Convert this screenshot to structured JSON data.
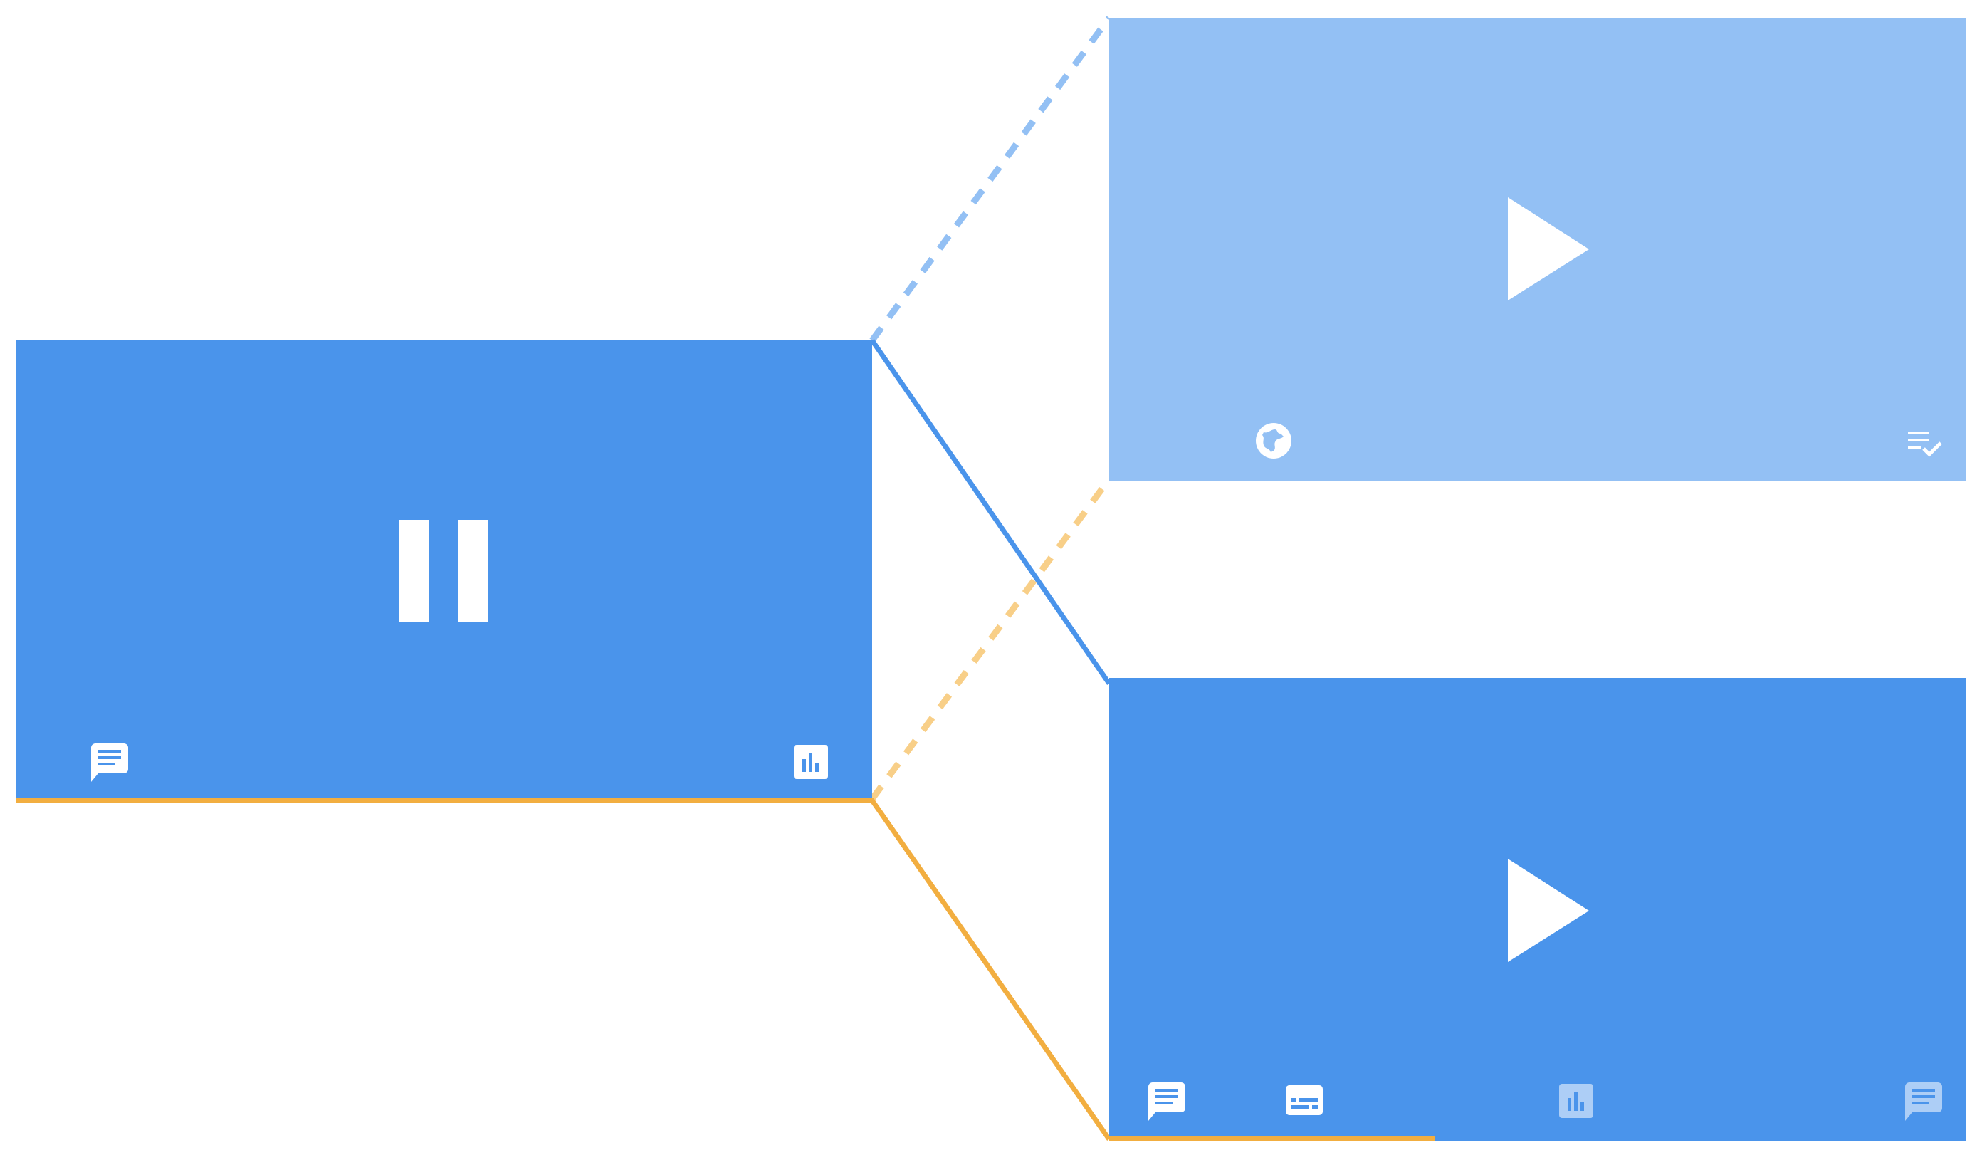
{
  "colors": {
    "primary": "#4a94eb",
    "primary_light": "#93c0f4",
    "accent": "#f2ae40",
    "accent_light": "#f8cf88",
    "icon": "#ffffff"
  },
  "players": {
    "main": {
      "state": "paused",
      "progress": 1.0,
      "icons": [
        "chat-icon",
        "bar-chart-icon"
      ]
    },
    "top_right": {
      "state": "stopped",
      "icons": [
        "globe-icon",
        "playlist-check-icon"
      ]
    },
    "bottom_right": {
      "state": "stopped",
      "progress": 0.38,
      "icons": [
        "chat-icon",
        "subtitles-icon",
        "bar-chart-icon",
        "chat-icon"
      ]
    }
  },
  "connectors": [
    {
      "from": "main",
      "to": "top_right",
      "style": "dashed",
      "color": "primary_light"
    },
    {
      "from": "main",
      "to": "bottom_right",
      "style": "solid",
      "color": "primary"
    },
    {
      "from": "main",
      "to": "top_right",
      "style": "dashed",
      "color": "accent_light"
    },
    {
      "from": "main",
      "to": "bottom_right",
      "style": "solid",
      "color": "accent"
    }
  ]
}
